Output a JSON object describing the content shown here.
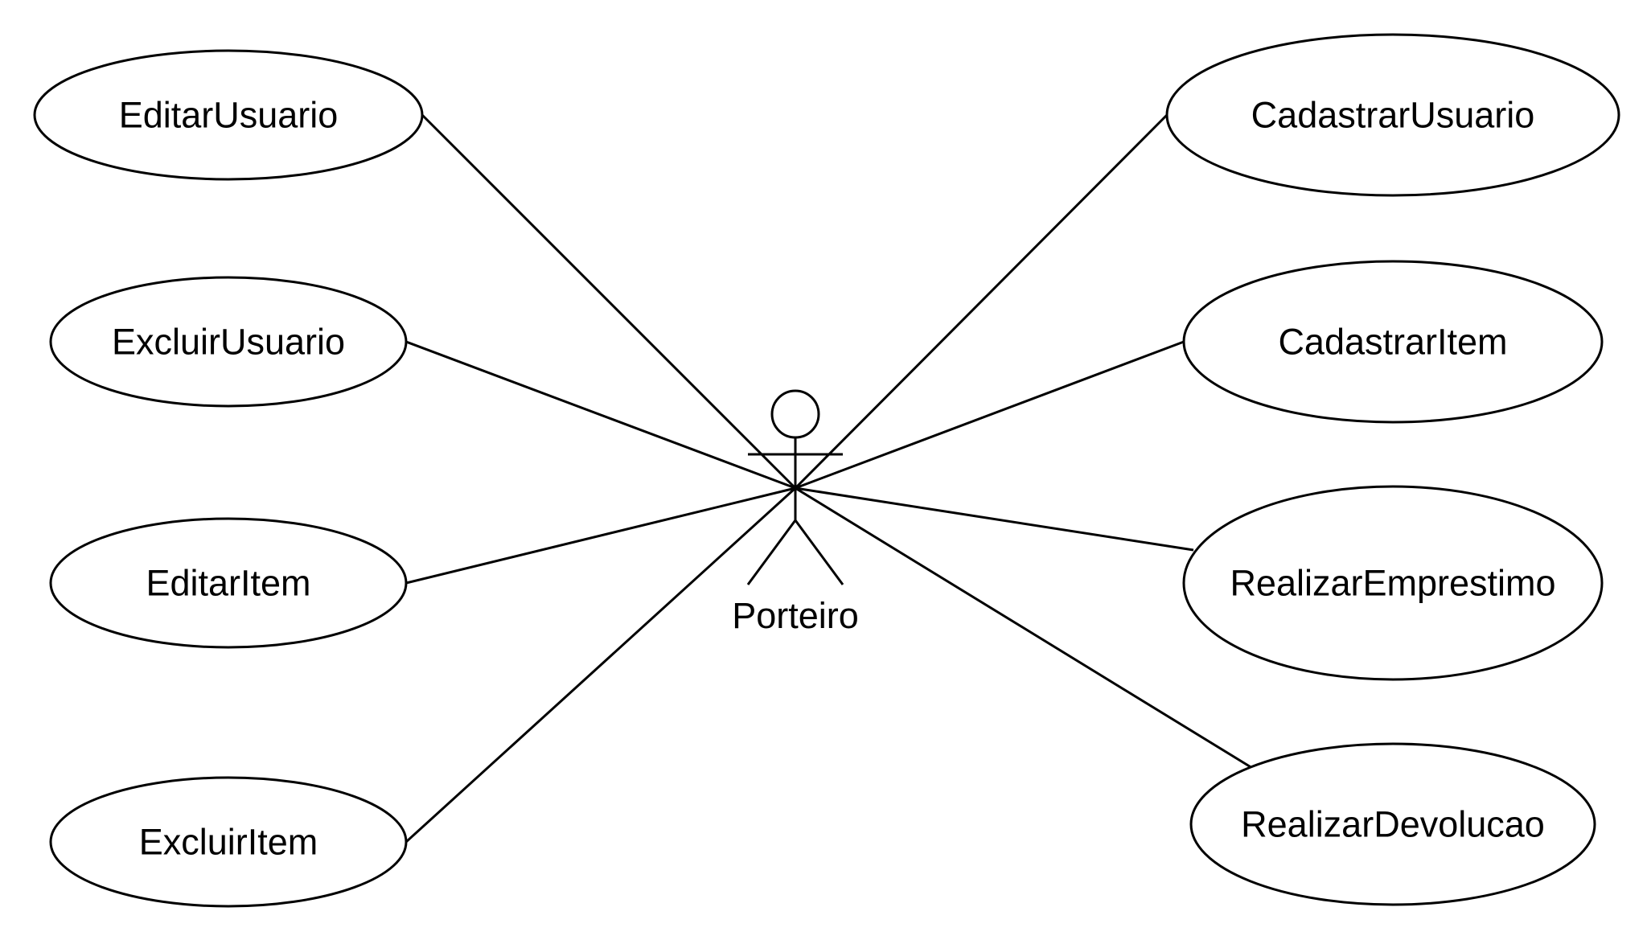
{
  "actor": {
    "name": "Porteiro"
  },
  "use_cases": {
    "editar_usuario": "EditarUsuario",
    "excluir_usuario": "ExcluirUsuario",
    "editar_item": "EditarItem",
    "excluir_item": "ExcluirItem",
    "cadastrar_usuario": "CadastrarUsuario",
    "cadastrar_item": "CadastrarItem",
    "realizar_emprestimo": "RealizarEmprestimo",
    "realizar_devolucao": "RealizarDevolucao"
  },
  "colors": {
    "stroke": "#000000",
    "background": "#ffffff"
  }
}
